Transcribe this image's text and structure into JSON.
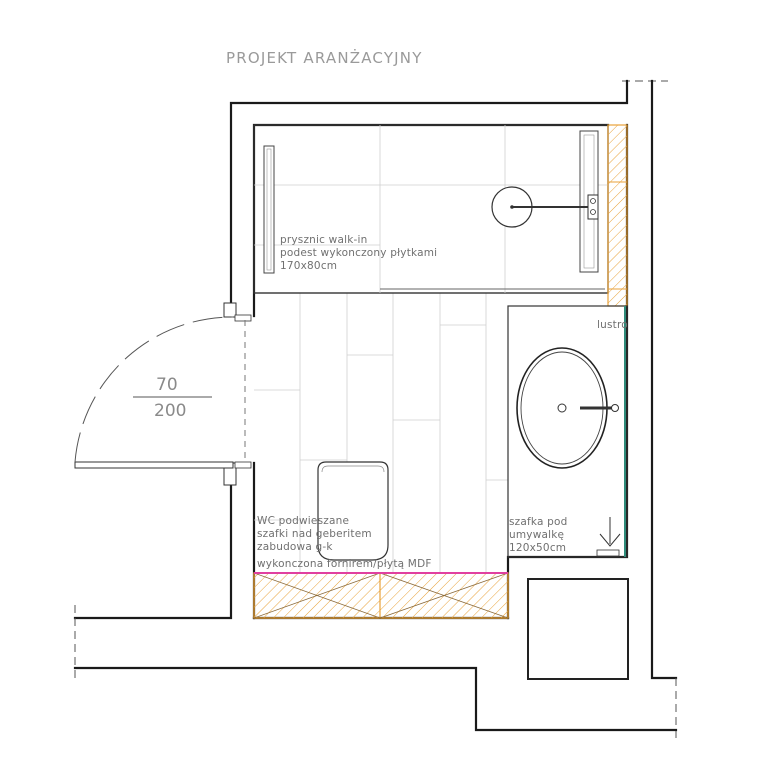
{
  "title": "PROJEKT ARANŻACYJNY",
  "door": {
    "width": "70",
    "height": "200"
  },
  "shower": {
    "line1": "prysznic walk-in",
    "line2": "podest wykonczony płytkami",
    "line3": "170x80cm"
  },
  "wc": {
    "line1": "WC podwieszane",
    "line2": "szafki nad geberitem",
    "line3": "zabudowa g-k",
    "line4": "wykonczona fornirem/płytą MDF"
  },
  "mirror": {
    "label": "lustro"
  },
  "vanity": {
    "line1": "szafka pod",
    "line2": "umywalkę",
    "line3": "120x50cm"
  },
  "colors": {
    "walls": "#1a1a1a",
    "tile_lines": "#cfcfcf",
    "hatch": "#e8a23a",
    "mirror": "#2e8b7a",
    "mdf_line": "#e040a0",
    "text": "#707070"
  }
}
